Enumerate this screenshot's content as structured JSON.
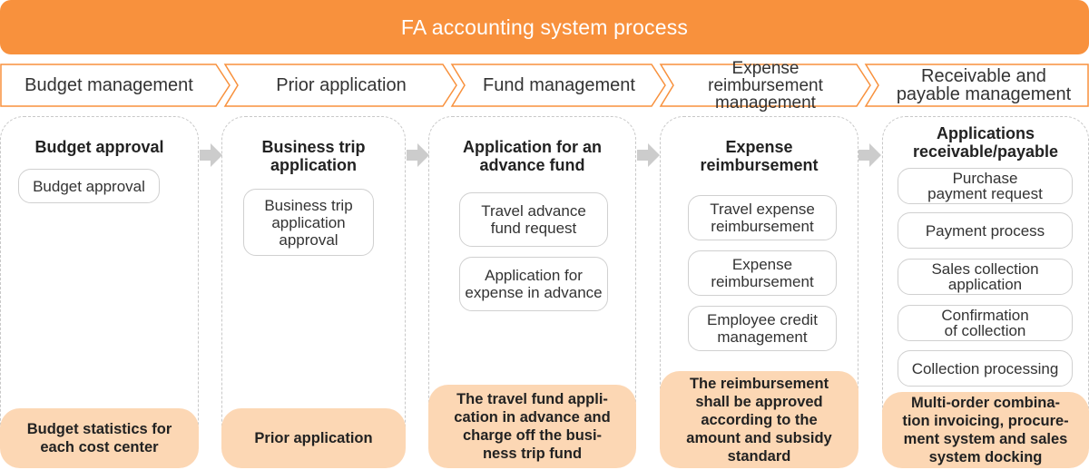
{
  "header": {
    "title": "FA accounting system process"
  },
  "stages": [
    {
      "label": "Budget management"
    },
    {
      "label": "Prior application"
    },
    {
      "label": "Fund management"
    },
    {
      "label": "Expense reimbursement\nmanagement"
    },
    {
      "label": "Receivable and\npayable management"
    }
  ],
  "columns": [
    {
      "title": "Budget approval",
      "items": [
        "Budget approval"
      ],
      "note": "Budget statistics for\neach cost center"
    },
    {
      "title": "Business trip\napplication",
      "items": [
        "Business trip\napplication\napproval"
      ],
      "note": "Prior application"
    },
    {
      "title": "Application for an\nadvance fund",
      "items": [
        "Travel advance\nfund request",
        "Application for\nexpense in advance"
      ],
      "note": "The travel fund appli-\ncation in advance and\ncharge off the busi-\nness trip fund"
    },
    {
      "title": "Expense\nreimbursement",
      "items": [
        "Travel expense\nreimbursement",
        "Expense\nreimbursement",
        "Employee credit\nmanagement"
      ],
      "note": "The reimbursement\nshall be approved\naccording to the\namount and subsidy\nstandard"
    },
    {
      "title": "Applications\nreceivable/payable",
      "items": [
        "Purchase\npayment request",
        "Payment process",
        "Sales collection\napplication",
        "Confirmation\nof collection",
        "Collection processing"
      ],
      "note": "Multi-order combina-\ntion invoicing, procure-\nment system and sales\nsystem docking"
    }
  ],
  "colors": {
    "banner": "#f8913d",
    "stage_border": "#f8913d",
    "note_fill": "#fcd7b4",
    "arrow": "#cccccc"
  }
}
